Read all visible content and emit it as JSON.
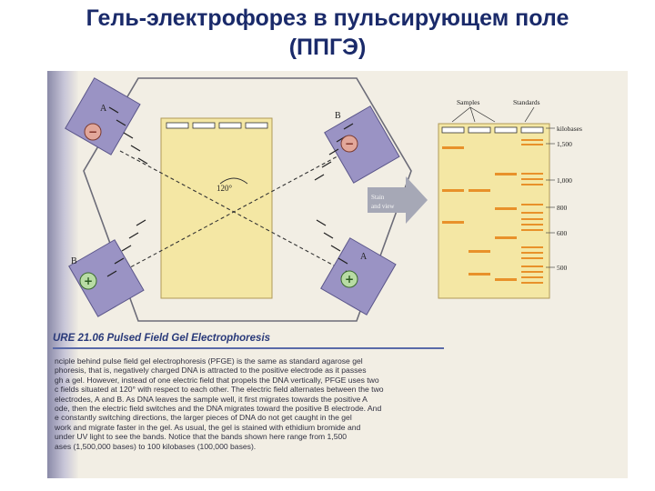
{
  "slide": {
    "title_line1": "Гель-электрофорез в пульсирующем поле",
    "title_line2": "(ППГЭ)"
  },
  "figure": {
    "heading": "URE 21.06  Pulsed Field Gel Electrophoresis",
    "electrode_labels": {
      "a_top": "A",
      "b_top": "B",
      "b_bottom": "B",
      "a_bottom": "A"
    },
    "charge_labels": {
      "negative": "−",
      "positive": "+"
    },
    "angle_label": "120°",
    "arrow_label_line1": "Stain",
    "arrow_label_line2": "and view",
    "gel_column_labels": {
      "samples": "Samples",
      "standards": "Standards"
    },
    "size_labels": [
      "kilobases",
      "1,500",
      "1,000",
      "800",
      "600",
      "500"
    ],
    "caption_lines": [
      "nciple behind pulse field gel electrophoresis (PFGE) is the same as standard agarose gel",
      "phoresis, that is, negatively charged DNA is attracted to the positive electrode as it passes",
      "gh a gel. However, instead of one electric field that propels the DNA vertically, PFGE uses two",
      "c fields situated at 120° with respect to each other. The electric field alternates between the two",
      "electrodes, A and B. As DNA leaves the sample well, it first migrates towards the positive A",
      "ode, then the electric field switches and the DNA migrates toward the positive B electrode. And",
      "e constantly switching directions, the larger pieces of DNA do not get caught in the gel",
      "work and migrate faster in the gel. As usual, the gel is stained with ethidium bromide and",
      "under UV light to see the bands. Notice that the bands shown here range from 1,500",
      "ases (1,500,000 bases) to 100 kilobases (100,000 bases)."
    ]
  },
  "colors": {
    "gel": "#f4e7a4",
    "band": "#e8912a",
    "electrode": "#9a93c4",
    "title": "#1a2a6a",
    "arrow": "#a6a8b6"
  }
}
